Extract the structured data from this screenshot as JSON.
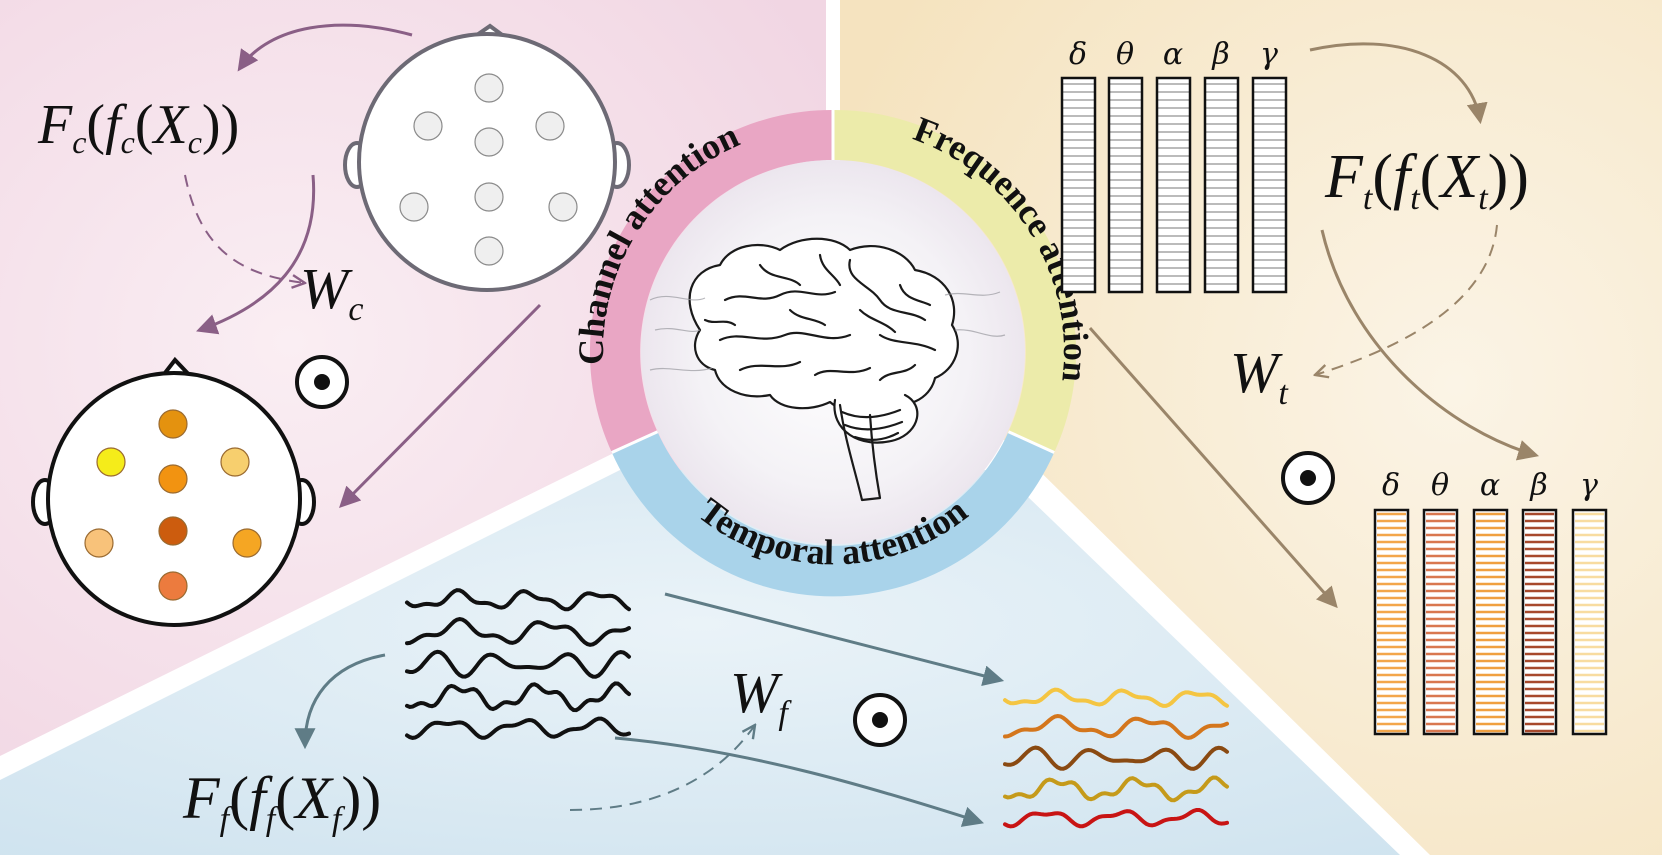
{
  "panels": {
    "channel": {
      "ring_label": "Channel attention",
      "func_label": "F",
      "func_sub": "c",
      "inner_f": "f",
      "inner_f_sub": "c",
      "input_x": "X",
      "input_x_sub": "c",
      "weight": "W",
      "weight_sub": "c",
      "weighted_electrodes": [
        {
          "color": "#f5ec1a"
        },
        {
          "color": "#e4920f"
        },
        {
          "color": "#f7cf6e"
        },
        {
          "color": "#f29311"
        },
        {
          "color": "#f8c27a"
        },
        {
          "color": "#cc5c0e"
        },
        {
          "color": "#f5a623"
        },
        {
          "color": "#ec7b3e"
        }
      ]
    },
    "frequency": {
      "ring_label": "Frequence attention",
      "func_label": "F",
      "func_sub": "t",
      "inner_f": "f",
      "inner_f_sub": "t",
      "input_x": "X",
      "input_x_sub": "t",
      "weight": "W",
      "weight_sub": "t",
      "bands": [
        "δ",
        "θ",
        "α",
        "β",
        "γ"
      ],
      "weighted_band_colors": [
        "#f3a64a",
        "#d9774f",
        "#f0a040",
        "#a7492c",
        "#f8dca0"
      ]
    },
    "temporal": {
      "ring_label": "Temporal attention",
      "func_label": "F",
      "func_sub": "f",
      "inner_f": "f",
      "inner_f_sub": "f",
      "input_x": "X",
      "input_x_sub": "f",
      "weight": "W",
      "weight_sub": "f",
      "weighted_wave_colors": [
        "#f4c542",
        "#d4761c",
        "#8a4a12",
        "#c59a1a",
        "#c81414"
      ]
    }
  },
  "operator_symbol": "⊙",
  "colors": {
    "channel_bg": "#f3dde8",
    "frequency_bg": "#f7e8c9",
    "temporal_bg": "#d6e7f1",
    "channel_ring": "#e9a6c4",
    "frequency_ring": "#ecebaa",
    "temporal_ring": "#a9d3ea",
    "channel_arrow": "#8a5f86",
    "frequency_arrow": "#9a8569",
    "temporal_arrow": "#5f7c86"
  }
}
